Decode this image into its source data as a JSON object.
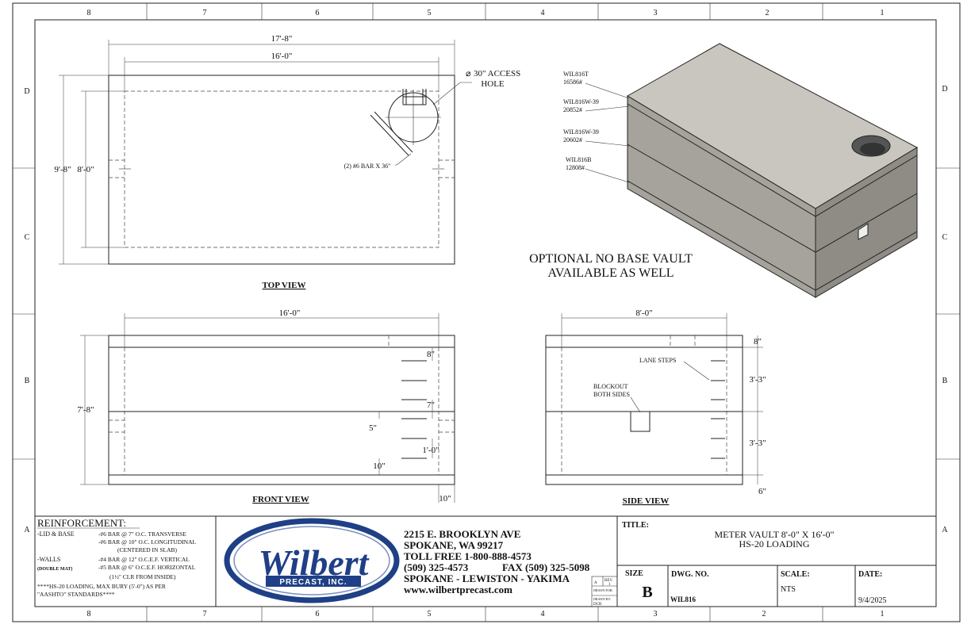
{
  "border": {
    "columns_top": [
      "8",
      "7",
      "6",
      "5",
      "4",
      "3",
      "2",
      "1"
    ],
    "columns_bottom": [
      "8",
      "7",
      "6",
      "5",
      "4",
      "3",
      "2",
      "1"
    ],
    "rows": [
      "D",
      "C",
      "B",
      "A"
    ]
  },
  "top_view": {
    "label": "TOP VIEW",
    "dim_overall_length": "17'-8\"",
    "dim_inner_length": "16'-0\"",
    "dim_overall_width": "9'-8\"",
    "dim_inner_width": "8'-0\"",
    "access_hole_symbol": "⌀",
    "access_hole_line1": "30\" ACCESS",
    "access_hole_line2": "HOLE",
    "bar_note": "(2) #6 BAR X 36\""
  },
  "iso_view": {
    "labels": [
      {
        "part": "WIL816T",
        "weight": "16586#"
      },
      {
        "part": "WIL816W-39",
        "weight": "20852#"
      },
      {
        "part": "WIL816W-39",
        "weight": "20602#"
      },
      {
        "part": "WIL816B",
        "weight": "12808#"
      }
    ],
    "note_line1": "OPTIONAL  NO BASE VAULT",
    "note_line2": "AVAILABLE AS WELL"
  },
  "front_view": {
    "label": "FRONT VIEW",
    "dim_length": "16'-0\"",
    "dim_height": "7'-8\"",
    "dim_8": "8\"",
    "dim_7": "7\"",
    "dim_5": "5\"",
    "dim_1_0": "1'-0\"",
    "dim_10": "10\"",
    "dim_10b": "10\""
  },
  "side_view": {
    "label": "SIDE VIEW",
    "dim_width": "8'-0\"",
    "dim_8": "8\"",
    "dim_3_3a": "3'-3\"",
    "dim_3_3b": "3'-3\"",
    "dim_6": "6\"",
    "lane_steps": "LANE STEPS",
    "blockout_line1": "BLOCKOUT",
    "blockout_line2": "BOTH SIDES"
  },
  "title_block": {
    "reinforcement_title": "REINFORCEMENT:",
    "lid_label": "-LID & BASE",
    "lid_line1": "-#6 BAR @ 7\" O.C. TRANSVERSE",
    "lid_line2": "-#6 BAR @ 10\" O.C. LONGITUDINAL",
    "lid_line3": "(CENTERED IN SLAB)",
    "walls_label": "-WALLS",
    "walls_sub": "(DOUBLE MAT)",
    "walls_line1": "-#4 BAR @ 12\" O.C.E.F. VERTICAL",
    "walls_line2": "-#5 BAR @ 6\" O.C.E.F. HORIZONTAL",
    "walls_line3": "(1½\" CLR FROM INSIDE)",
    "loading_line1": "****HS-20 LOADING, MAX BURY (5'-0\") AS PER",
    "loading_line2": "\"AASHTO\" STANDARDS****",
    "logo_main": "Wilbert",
    "logo_sub": "PRECAST, INC.",
    "addr1": "2215 E. BROOKLYN AVE",
    "addr2": "SPOKANE, WA 99217",
    "addr3": "TOLL FREE 1-800-888-4573",
    "addr4_phone": "(509) 325-4573",
    "addr4_fax": "FAX (509) 325-5098",
    "addr5": "SPOKANE - LEWISTON - YAKIMA",
    "addr6": "www.wilbertprecast.com",
    "rev_a": "A",
    "rev_label": "REV.",
    "rev_num": "1",
    "drawn_for_label": "DRAWN FOR:",
    "drawn_by_label": "DRAWN BY:",
    "drawn_by": "DCR",
    "title_label": "TITLE:",
    "title_line1": "METER VAULT 8'-0\" X 16'-0\"",
    "title_line2": "HS-20 LOADING",
    "size_label": "SIZE",
    "size_value": "B",
    "dwg_label": "DWG.  NO.",
    "dwg_value": "WIL816",
    "scale_label": "SCALE:",
    "scale_value": "NTS",
    "date_label": "DATE:",
    "date_value": "9/4/2025"
  },
  "colors": {
    "logo_blue": "#1f3f86",
    "concrete_top": "#c9c6c0",
    "concrete_front": "#a6a39c",
    "concrete_side": "#8f8c86"
  }
}
